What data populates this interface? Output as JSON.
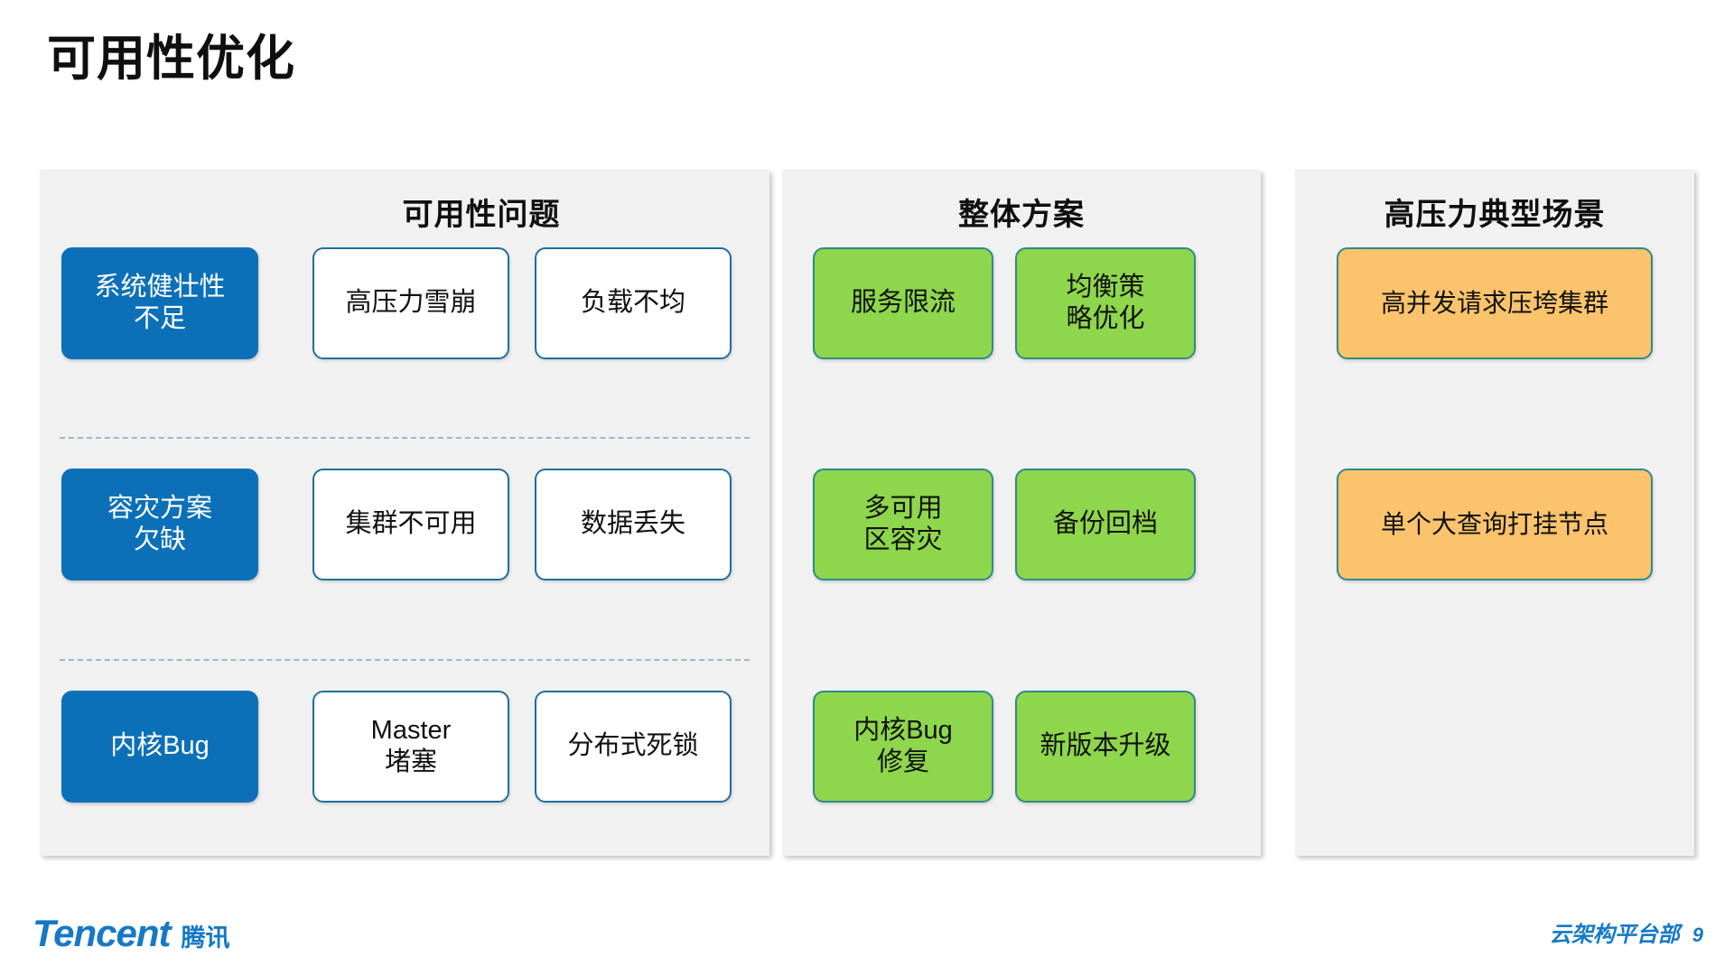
{
  "slide": {
    "title": "可用性优化",
    "page_number": "9"
  },
  "panels": {
    "problems": {
      "heading": "可用性问题",
      "categories": [
        {
          "label": "系统健壮性\n不足"
        },
        {
          "label": "容灾方案\n欠缺"
        },
        {
          "label": "内核Bug"
        }
      ],
      "items": [
        {
          "a": "高压力雪崩",
          "b": "负载不均"
        },
        {
          "a": "集群不可用",
          "b": "数据丢失"
        },
        {
          "a": "Master\n堵塞",
          "b": "分布式死锁"
        }
      ]
    },
    "solution": {
      "heading": "整体方案",
      "items": [
        {
          "a": "服务限流",
          "b": "均衡策\n略优化"
        },
        {
          "a": "多可用\n区容灾",
          "b": "备份回档"
        },
        {
          "a": "内核Bug\n修复",
          "b": "新版本升级"
        }
      ]
    },
    "scenario": {
      "heading": "高压力典型场景",
      "items": [
        {
          "label": "高并发请求压垮集群"
        },
        {
          "label": "单个大查询打挂节点"
        }
      ]
    }
  },
  "footer": {
    "brand_en": "Tencent",
    "brand_cn": "腾讯",
    "department": "云架构平台部",
    "page": "9"
  },
  "colors": {
    "panel_bg": "#f1f1f1",
    "blue": "#0c70b8",
    "green": "#8ed64b",
    "orange": "#fac36c",
    "teal_border": "#2e8b8b",
    "blue_border": "#1f6f9c",
    "brand_blue": "#1579c6",
    "divider": "#9bb8d4"
  }
}
